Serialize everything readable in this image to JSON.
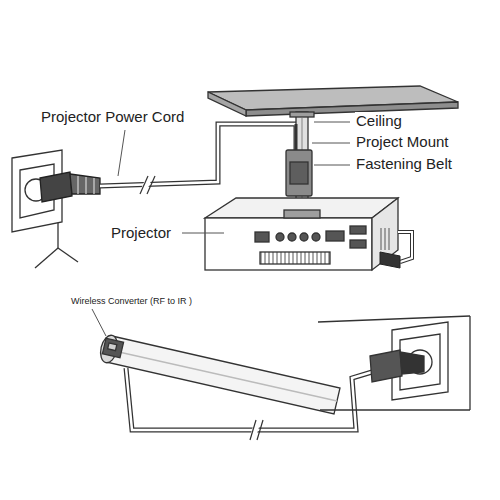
{
  "diagram": {
    "labels": [
      "Projector Power Cord",
      "Ceiling",
      "Project Mount",
      "Fastening Belt",
      "Projector",
      "Wireless Converter (RF to IR )"
    ]
  }
}
